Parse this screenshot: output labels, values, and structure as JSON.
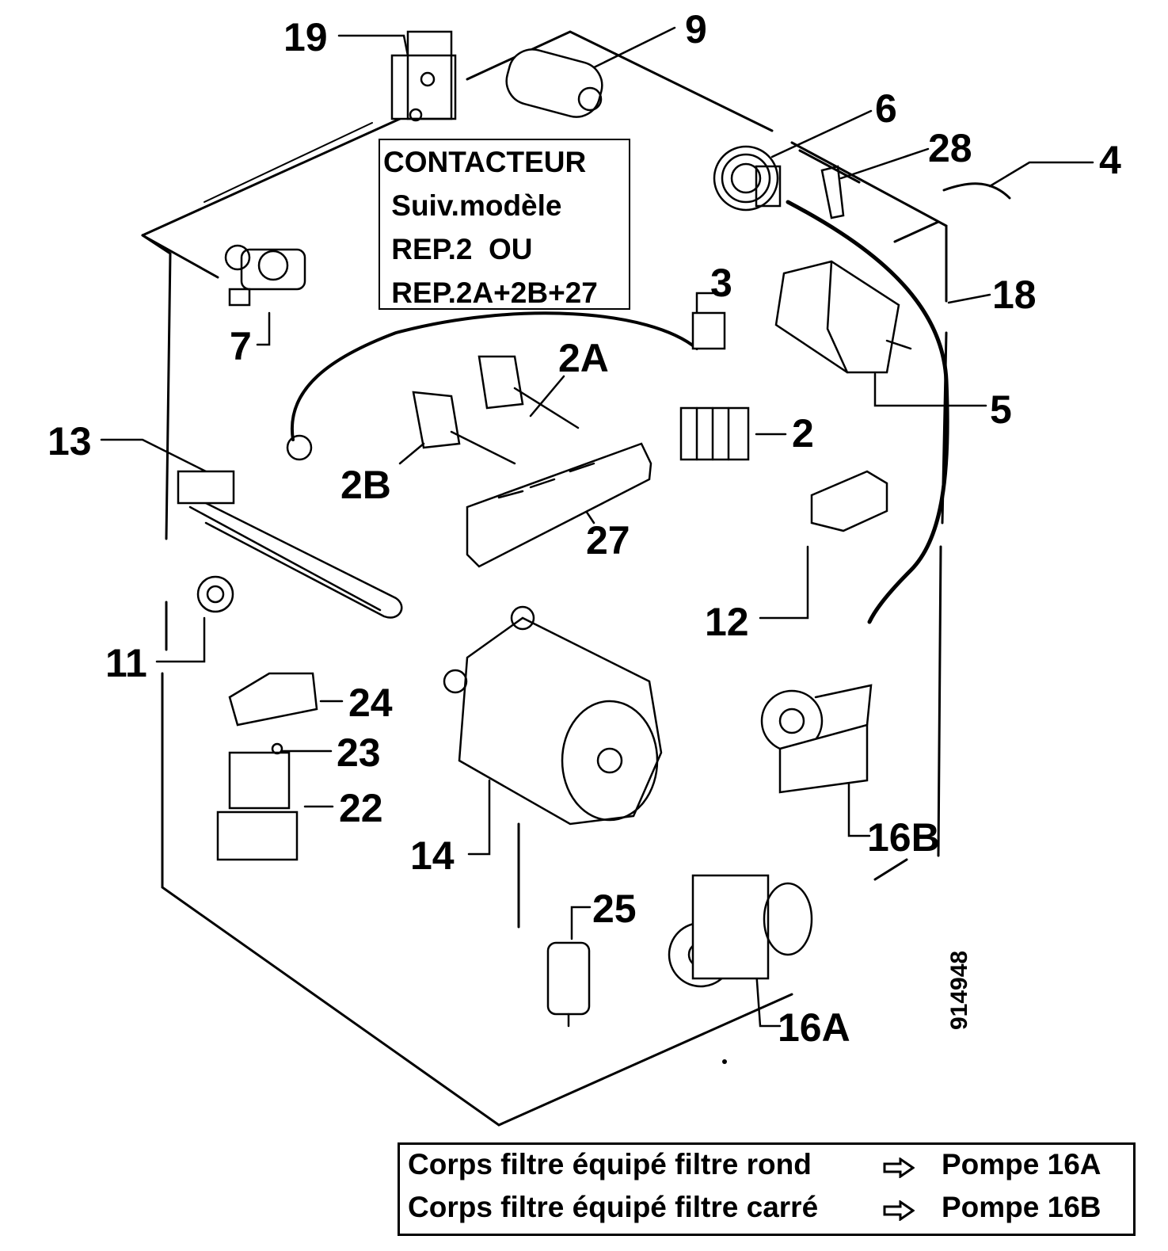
{
  "contacteur_box": {
    "lines": [
      "CONTACTEUR",
      " Suiv.modèle",
      " REP.2  OU",
      " REP.2A+2B+27"
    ]
  },
  "labels": {
    "l19": "19",
    "l9": "9",
    "l6": "6",
    "l28": "28",
    "l4": "4",
    "l18": "18",
    "l3": "3",
    "l7": "7",
    "l2A": "2A",
    "l5": "5",
    "l2": "2",
    "l13": "13",
    "l2B": "2B",
    "l27": "27",
    "l12": "12",
    "l11": "11",
    "l24": "24",
    "l23": "23",
    "l22": "22",
    "l14": "14",
    "l16B": "16B",
    "l25": "25",
    "l16A": "16A"
  },
  "reference_number": "914948",
  "filter_note": {
    "rows": [
      {
        "left": "Corps filtre équipé filtre rond",
        "right": "Pompe 16A",
        "arrow_icon": "outline-arrow-right"
      },
      {
        "left": "Corps filtre équipé filtre carré",
        "right": "Pompe 16B",
        "arrow_icon": "outline-arrow-right"
      }
    ]
  }
}
